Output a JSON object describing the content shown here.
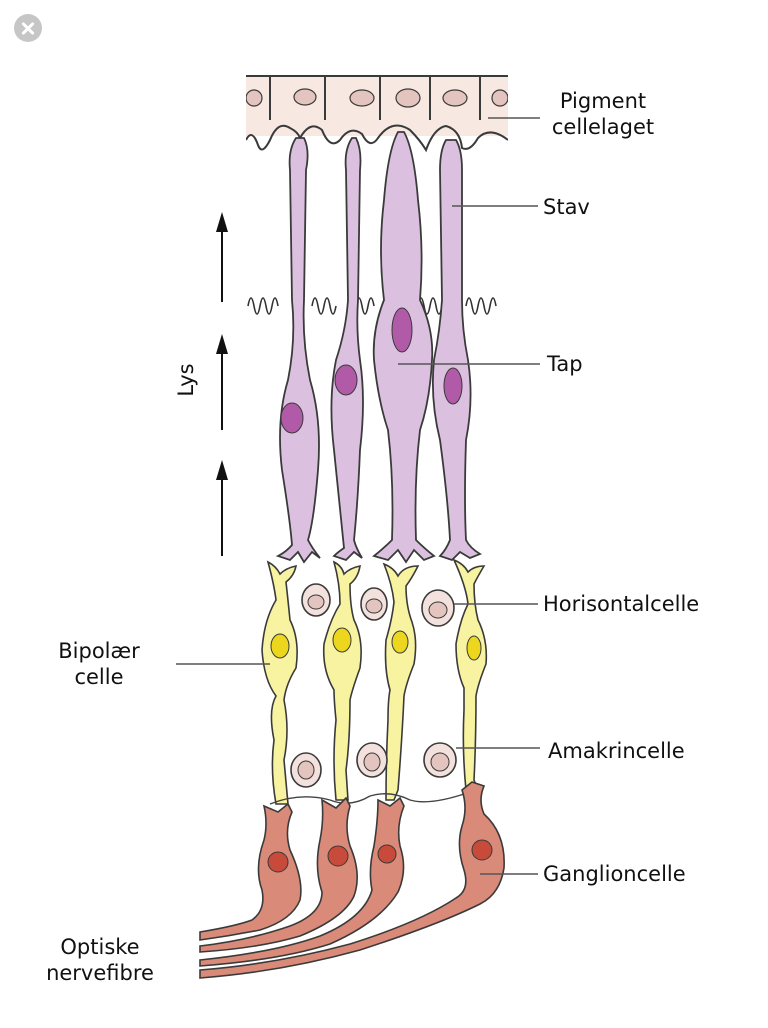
{
  "labels": {
    "pigment": [
      "Pigment",
      "cellelaget"
    ],
    "stav": "Stav",
    "tap": "Tap",
    "lys": "Lys",
    "horisontal": "Horisontalcelle",
    "bipolar": [
      "Bipolær",
      "celle"
    ],
    "amakrin": "Amakrincelle",
    "ganglion": "Ganglioncelle",
    "optiske": [
      "Optiske",
      "nervefibre"
    ]
  },
  "colors": {
    "pigment_cell": "#f7e9e2",
    "pigment_nucleus": "#e3c4be",
    "photoreceptor": "#dcc0e0",
    "photoreceptor_nucleus": "#b05aa8",
    "bipolar": "#f8f3a0",
    "bipolar_nucleus": "#ecd71e",
    "small_cell": "#f2e1dd",
    "ganglion": "#d98a78",
    "ganglion_nucleus": "#c84a3a",
    "outline": "#3a3a3a"
  },
  "icons": {
    "close": "close-icon",
    "arrow": "up-arrow-icon"
  }
}
